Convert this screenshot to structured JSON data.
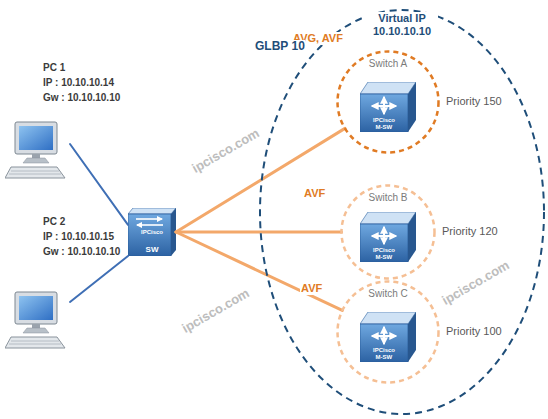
{
  "diagram": {
    "nodes": [
      {
        "text": [
          "PC 1",
          "IP : 10.10.10.14",
          "Gw : 10.10.10.10"
        ]
      },
      {
        "text": [
          "PC 2",
          "IP : 10.10.10.15",
          "Gw : 10.10.10.10"
        ]
      },
      {
        "text": [
          "SW"
        ]
      },
      {
        "text": [
          "GLBP 10",
          "Virtual IP 10.10.10.10"
        ]
      },
      {
        "text": [
          "AVG, AVF",
          "Switch A",
          "Priority 150"
        ],
        "in": 3
      },
      {
        "text": [
          "AVF",
          "Switch B",
          "Priority 120"
        ],
        "in": 3
      },
      {
        "text": [
          "AVF",
          "Switch C",
          "Priority 100"
        ],
        "in": 3
      }
    ],
    "edges": [
      {
        "from": 0,
        "to": 2,
        "arrow": "none"
      },
      {
        "from": 1,
        "to": 2,
        "arrow": "none"
      },
      {
        "from": 2,
        "to": 4,
        "arrow": "none"
      },
      {
        "from": 2,
        "to": 5,
        "arrow": "none"
      },
      {
        "from": 2,
        "to": 6,
        "arrow": "none"
      }
    ],
    "labels": [
      "IPCisco",
      "ipcisco.com",
      "ipcisco.com",
      "ipcisco.com",
      "IPCisco",
      "M-SW",
      "IPCisco",
      "M-SW",
      "IPCisco",
      "M-SW"
    ]
  }
}
